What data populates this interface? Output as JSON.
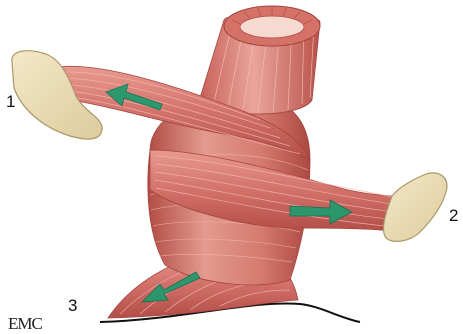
{
  "labels": {
    "one": "1",
    "two": "2",
    "three": "3"
  },
  "logo": "EMC",
  "colors": {
    "muscle": "#d9786c",
    "muscle_dark": "#b8544c",
    "muscle_light": "#ecaaa0",
    "bone": "#ecdcb4",
    "bone_edge": "#a89868",
    "arrow": "#1f9a6e",
    "line": "#111111"
  },
  "icons": [
    "arrow-left-icon",
    "arrow-right-icon",
    "arrow-down-left-icon"
  ]
}
